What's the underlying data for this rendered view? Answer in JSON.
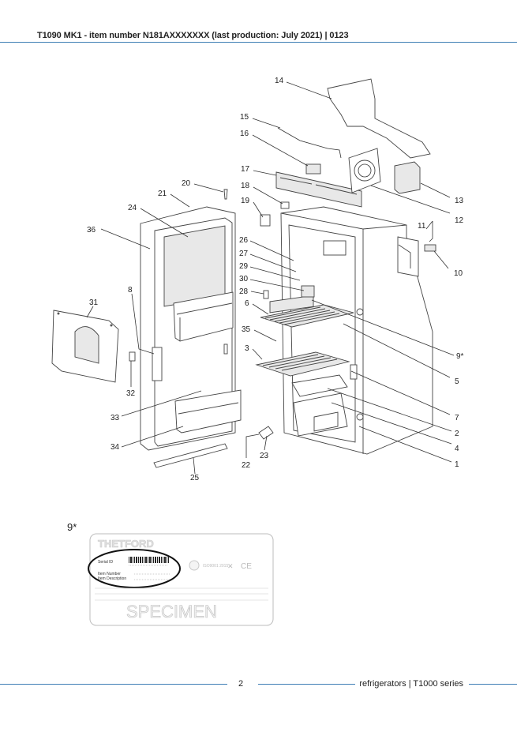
{
  "header": {
    "title": "T1090 MK1 - item number N181AXXXXXXX (last production: July 2021) | 0123"
  },
  "diagram": {
    "callouts": [
      "14",
      "15",
      "16",
      "17",
      "18",
      "19",
      "20",
      "21",
      "24",
      "36",
      "26",
      "27",
      "29",
      "30",
      "28",
      "6",
      "35",
      "3",
      "8",
      "31",
      "32",
      "33",
      "34",
      "25",
      "22",
      "23",
      "11",
      "10",
      "13",
      "12",
      "9*",
      "5",
      "7",
      "2",
      "4",
      "1"
    ]
  },
  "label_card": {
    "section_label": "9*",
    "brand": "THETFORD",
    "serial_label": "Serial ID",
    "item_number_label": "Item Number",
    "item_description_label": "Item Description",
    "cert_text": "ISO9001 2015",
    "ce_mark": "CE",
    "specimen": "SPECIMEN"
  },
  "footer": {
    "page_number": "2",
    "series": "refrigerators | T1000 series"
  }
}
